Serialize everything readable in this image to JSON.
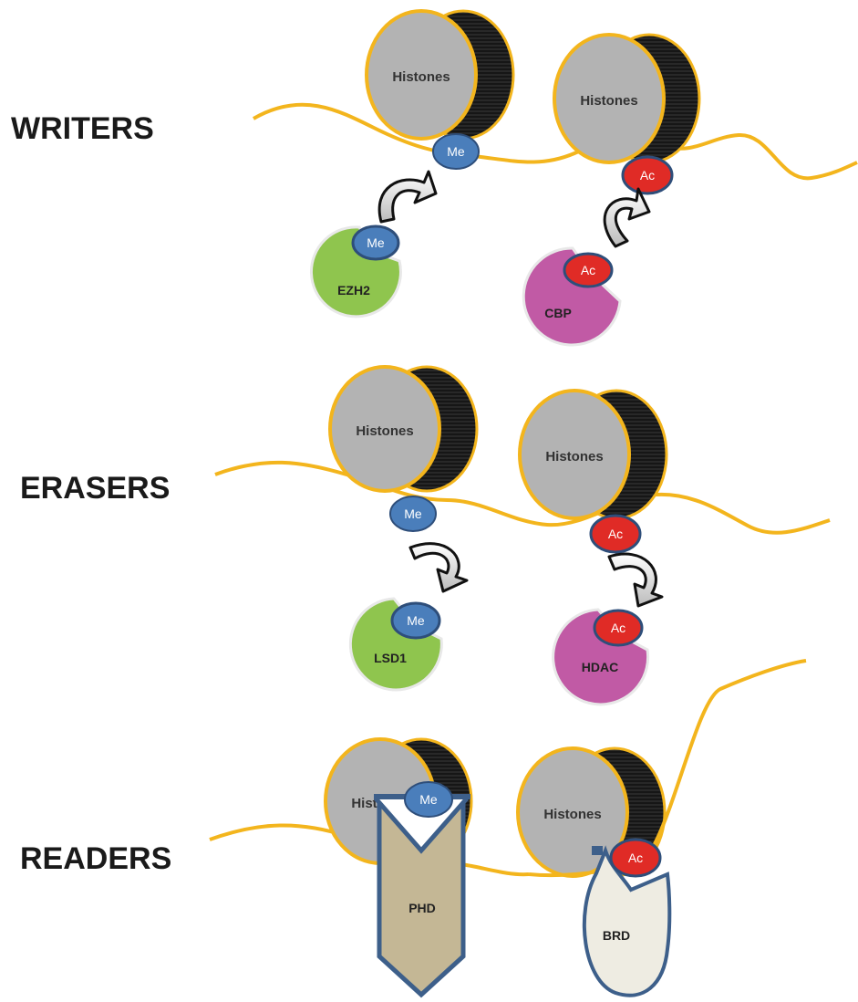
{
  "colors": {
    "dna": "#f3b51d",
    "histone_fill": "#b3b3b3",
    "histone_body": "#1c1c1c",
    "methyl": "#4a7ebb",
    "acetyl": "#e02b26",
    "mark_border": "#2e4e7a",
    "ezh2": "#8fc54e",
    "cbp": "#c15aa5",
    "lsd1": "#8fc54e",
    "hdac": "#c15aa5",
    "phd": "#c4b795",
    "brd": "#eeece2",
    "reader_border": "#3d5f8a"
  },
  "sections": {
    "writers": {
      "title": "WRITERS",
      "histone_left": "Histones",
      "histone_right": "Histones",
      "mark_left": "Me",
      "mark_right": "Ac",
      "enzyme_left": "EZH2",
      "enzyme_right": "CBP",
      "enzyme_mark_left": "Me",
      "enzyme_mark_right": "Ac"
    },
    "erasers": {
      "title": "ERASERS",
      "histone_left": "Histones",
      "histone_right": "Histones",
      "mark_left": "Me",
      "mark_right": "Ac",
      "enzyme_left": "LSD1",
      "enzyme_right": "HDAC",
      "enzyme_mark_left": "Me",
      "enzyme_mark_right": "Ac"
    },
    "readers": {
      "title": "READERS",
      "histone_left": "Histones",
      "histone_right": "Histones",
      "mark_left": "Me",
      "mark_right": "Ac",
      "enzyme_left": "PHD",
      "enzyme_right": "BRD"
    }
  }
}
